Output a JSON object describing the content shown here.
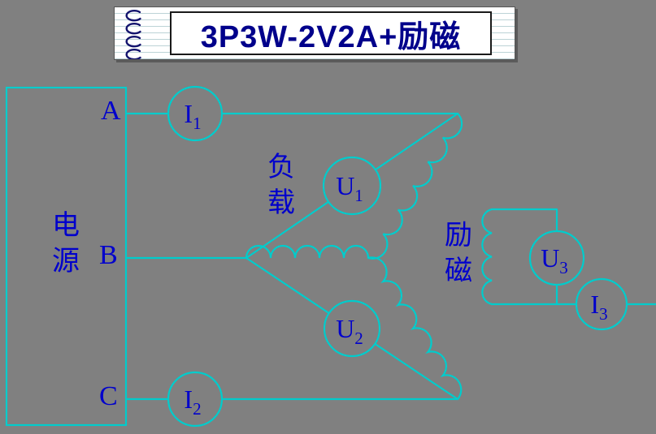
{
  "title": {
    "text": "3P3W-2V2A+励磁"
  },
  "colors": {
    "background": "#808080",
    "circuit": "#00CCCC",
    "label": "#0000CC",
    "title": "#00008B",
    "paper": "#FFFFFF"
  },
  "source": {
    "label": "电源",
    "terminals": {
      "a": "A",
      "b": "B",
      "c": "C"
    }
  },
  "annotations": {
    "load": "负载",
    "excitation": "励磁"
  },
  "meters": {
    "i1": {
      "base": "I",
      "sub": "1"
    },
    "i2": {
      "base": "I",
      "sub": "2"
    },
    "u1": {
      "base": "U",
      "sub": "1"
    },
    "u2": {
      "base": "U",
      "sub": "2"
    },
    "u3": {
      "base": "U",
      "sub": "3"
    },
    "i3": {
      "base": "I",
      "sub": "3"
    }
  }
}
